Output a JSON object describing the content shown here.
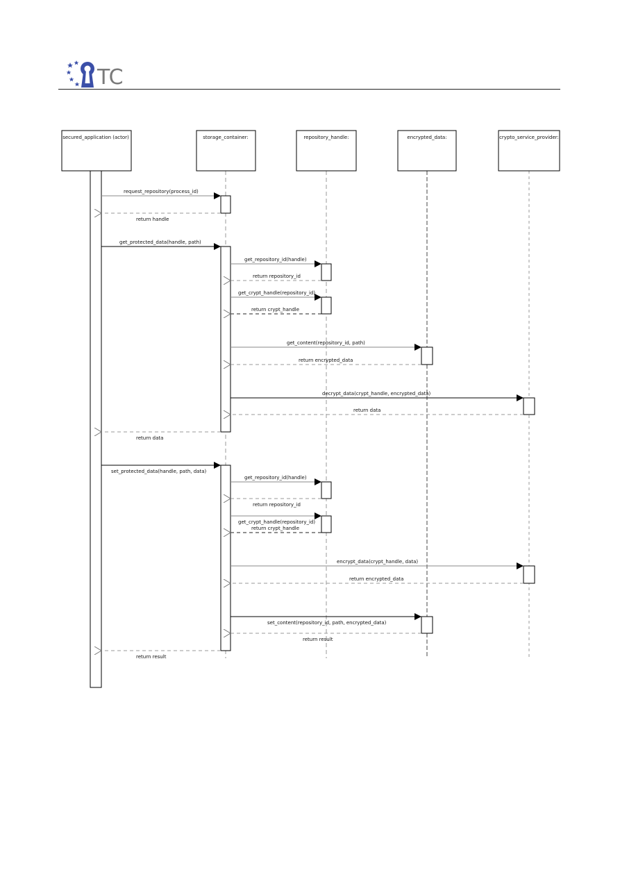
{
  "header": {
    "logo_text": "TC"
  },
  "participants": [
    {
      "id": "app",
      "label": "secured_application (actor)"
    },
    {
      "id": "sc",
      "label": "storage_container:"
    },
    {
      "id": "rh",
      "label": "repository_handle:"
    },
    {
      "id": "ed",
      "label": "encrypted_data:"
    },
    {
      "id": "csp",
      "label": "crypto_service_provider:"
    }
  ],
  "messages": [
    {
      "from": "app",
      "to": "sc",
      "label": "request_repository(process_id)",
      "kind": "call"
    },
    {
      "from": "sc",
      "to": "app",
      "label": "return handle",
      "kind": "return"
    },
    {
      "from": "app",
      "to": "sc",
      "label": "get_protected_data(handle, path)",
      "kind": "call"
    },
    {
      "from": "sc",
      "to": "rh",
      "label": "get_repository_id(handle)",
      "kind": "call"
    },
    {
      "from": "rh",
      "to": "sc",
      "label": "return repository_id",
      "kind": "return"
    },
    {
      "from": "sc",
      "to": "rh",
      "label": "get_crypt_handle(repository_id)",
      "kind": "call"
    },
    {
      "from": "rh",
      "to": "sc",
      "label": "return crypt_handle",
      "kind": "return"
    },
    {
      "from": "sc",
      "to": "ed",
      "label": "get_content(repository_id, path)",
      "kind": "call"
    },
    {
      "from": "ed",
      "to": "sc",
      "label": "return encrypted_data",
      "kind": "return"
    },
    {
      "from": "sc",
      "to": "csp",
      "label": "decrypt_data(crypt_handle, encrypted_data)",
      "kind": "call"
    },
    {
      "from": "csp",
      "to": "sc",
      "label": "return data",
      "kind": "return"
    },
    {
      "from": "sc",
      "to": "app",
      "label": "return data",
      "kind": "return"
    },
    {
      "from": "app",
      "to": "sc",
      "label": "set_protected_data(handle, path, data)",
      "kind": "call"
    },
    {
      "from": "sc",
      "to": "rh",
      "label": "get_repository_id(handle)",
      "kind": "call"
    },
    {
      "from": "rh",
      "to": "sc",
      "label": "return repository_id",
      "kind": "return"
    },
    {
      "from": "sc",
      "to": "rh",
      "label": "get_crypt_handle(repository_id)",
      "kind": "call"
    },
    {
      "from": "rh",
      "to": "sc",
      "label": "return crypt_handle",
      "kind": "return"
    },
    {
      "from": "sc",
      "to": "csp",
      "label": "encrypt_data(crypt_handle, data)",
      "kind": "call"
    },
    {
      "from": "csp",
      "to": "sc",
      "label": "return encrypted_data",
      "kind": "return"
    },
    {
      "from": "sc",
      "to": "ed",
      "label": "set_content(repository_id, path, encrypted_data)",
      "kind": "call"
    },
    {
      "from": "ed",
      "to": "sc",
      "label": "return result",
      "kind": "return"
    },
    {
      "from": "sc",
      "to": "app",
      "label": "return result",
      "kind": "return"
    }
  ]
}
